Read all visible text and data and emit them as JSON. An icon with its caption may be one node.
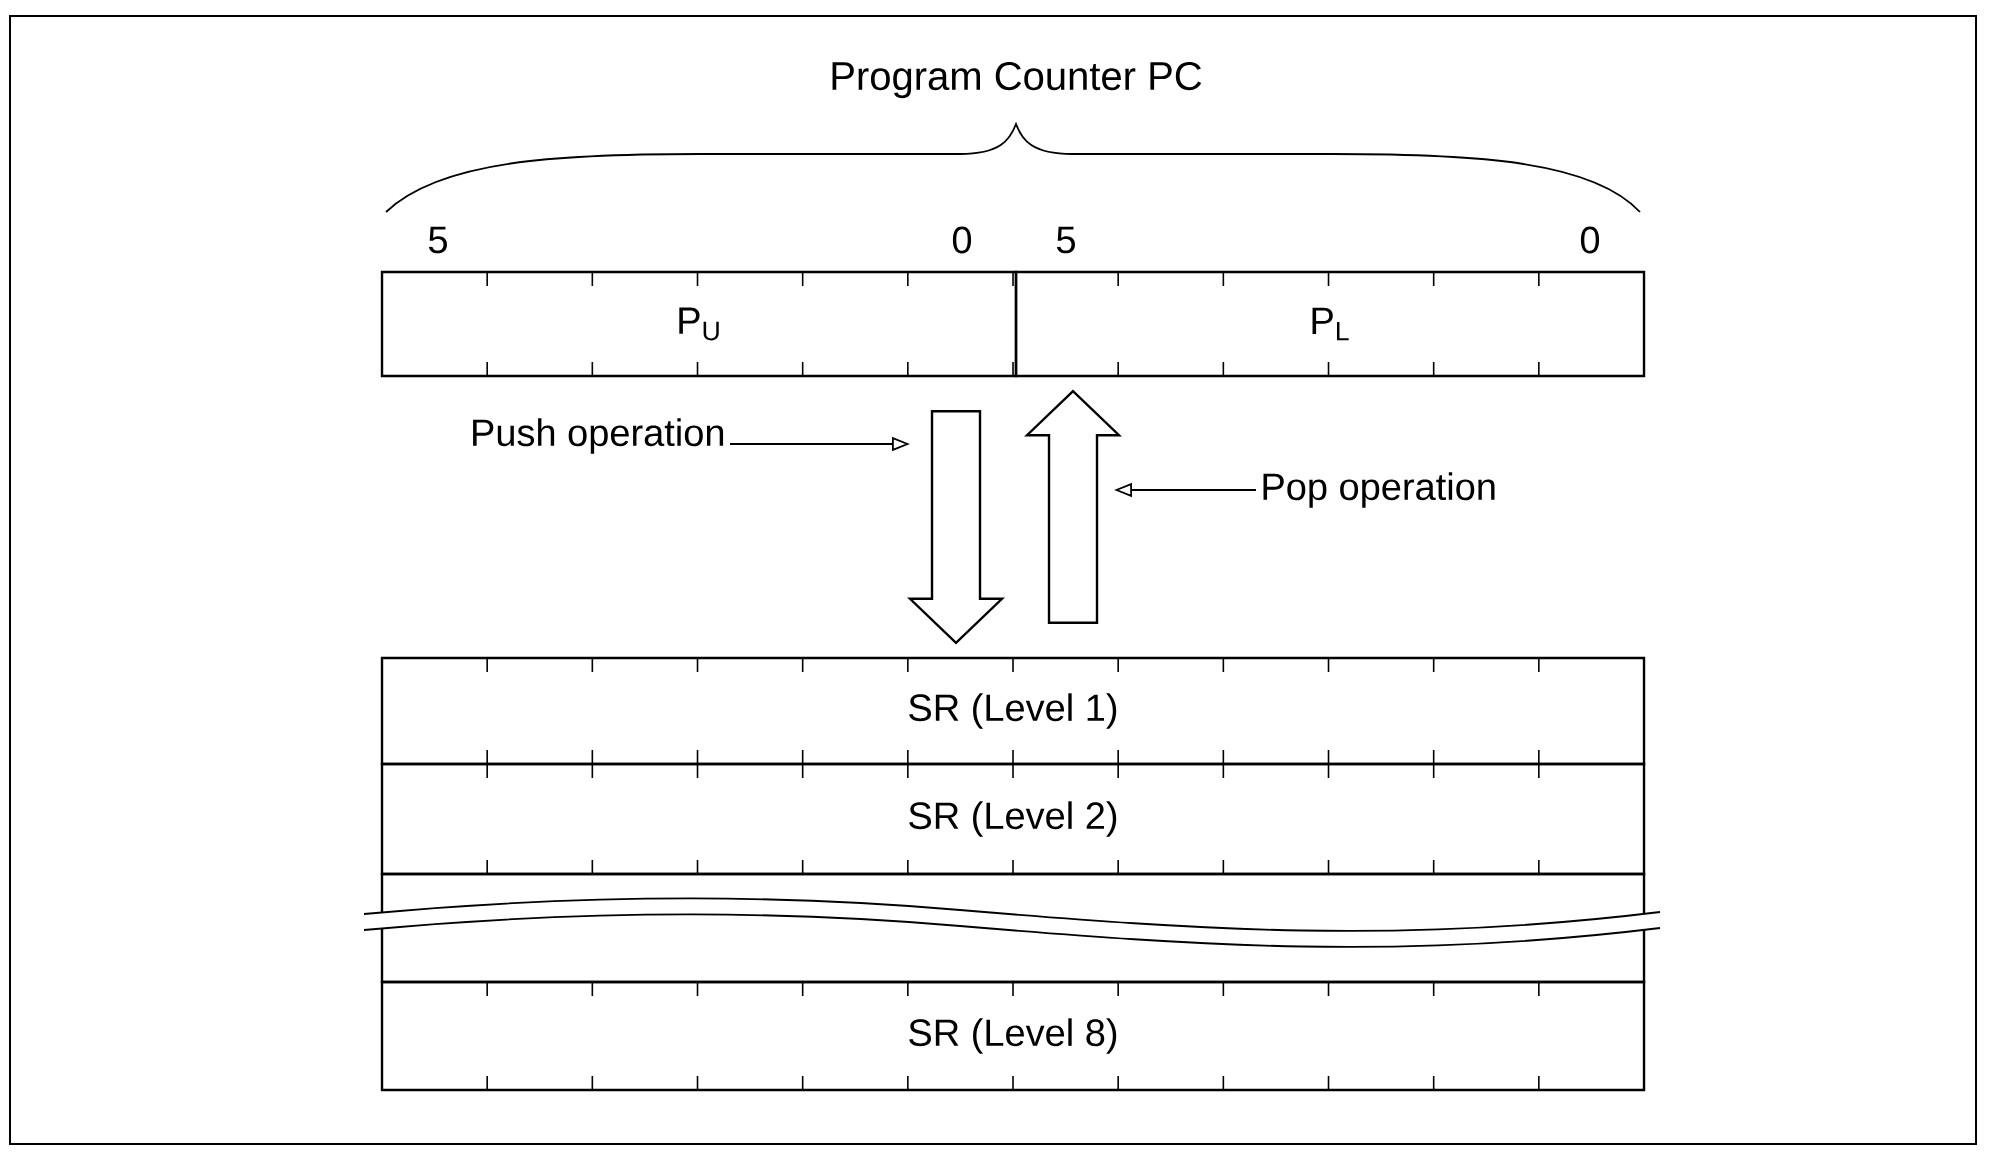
{
  "diagram": {
    "title": "Program Counter PC",
    "nodes": [
      {
        "text": [
          "P$_{U}$"
        ]
      },
      {
        "text": [
          "P$_{L}$"
        ]
      },
      {
        "text": [
          "Push operation"
        ]
      },
      {
        "text": [
          "Pop operation"
        ]
      },
      {
        "text": [
          "SR (Level 1)"
        ]
      },
      {
        "text": [
          "SR (Level 2)"
        ]
      },
      {
        "text": [],
        "shape": "box"
      },
      {
        "text": [
          "SR (Level 8)"
        ]
      }
    ],
    "edges": [
      {
        "from": 0,
        "to": 4,
        "arrow": "to",
        "style": "thick"
      },
      {
        "from": 4,
        "to": 1,
        "arrow": "to",
        "style": "thick"
      },
      {
        "from": 2,
        "to": null,
        "arrow": "to"
      },
      {
        "from": 3,
        "to": null,
        "arrow": "to"
      }
    ],
    "labels": [
      "5",
      "0",
      "5",
      "0"
    ]
  }
}
